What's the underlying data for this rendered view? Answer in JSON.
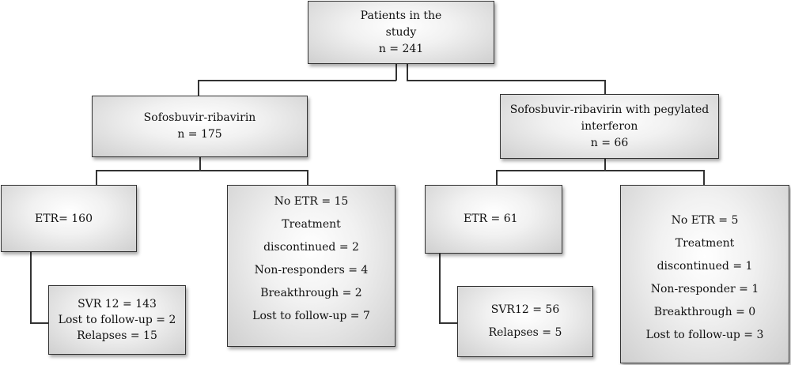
{
  "root": {
    "lines": [
      "Patients in the",
      "study",
      "n = 241"
    ]
  },
  "left_arm": {
    "lines": [
      "Sofosbuvir-ribavirin",
      "n = 175"
    ]
  },
  "right_arm": {
    "lines": [
      "Sofosbuvir-ribavirin with pegylated",
      "interferon",
      "n = 66"
    ]
  },
  "left_etr": {
    "lines": [
      "ETR= 160"
    ]
  },
  "left_no_etr": {
    "lines": [
      "No ETR = 15",
      "Treatment",
      "discontinued = 2",
      "Non-responders = 4",
      "Breakthrough = 2",
      "Lost to follow-up = 7"
    ]
  },
  "left_svr": {
    "lines": [
      "SVR 12 = 143",
      "Lost to follow-up = 2",
      "Relapses = 15"
    ]
  },
  "right_etr": {
    "lines": [
      "ETR = 61"
    ]
  },
  "right_no_etr": {
    "lines": [
      "No ETR = 5",
      "Treatment",
      "discontinued = 1",
      "Non-responder = 1",
      "Breakthrough = 0",
      "Lost to follow-up = 3"
    ]
  },
  "right_svr": {
    "lines": [
      "SVR12 = 56",
      "Relapses = 5"
    ]
  }
}
